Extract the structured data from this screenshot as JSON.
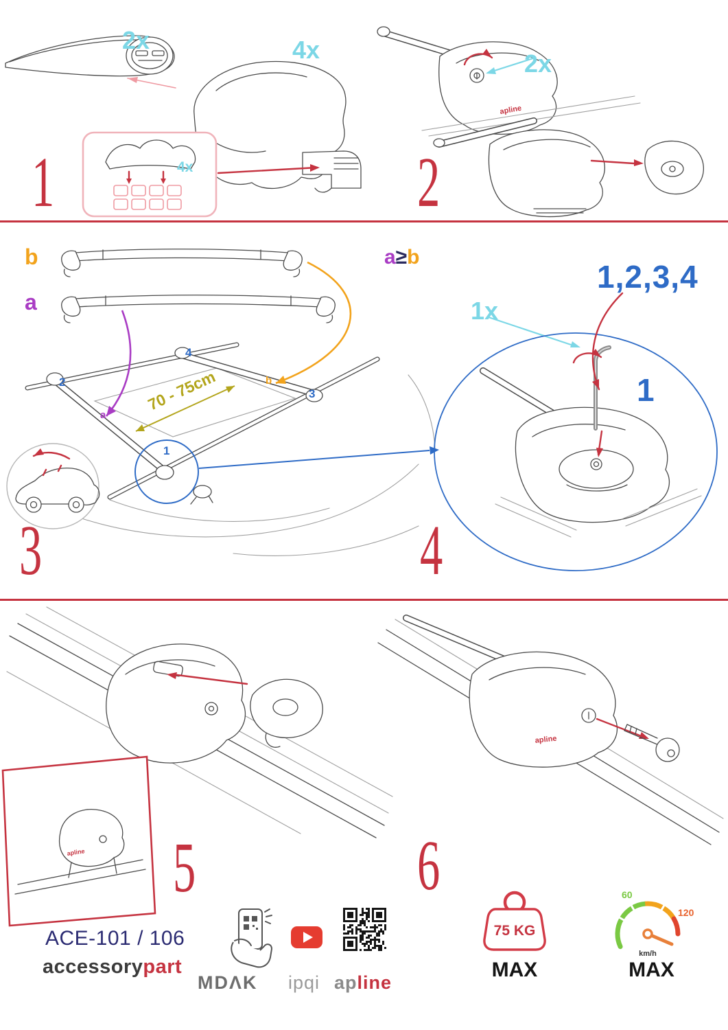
{
  "colors": {
    "accent_red": "#c53340",
    "cyan": "#7cd7e6",
    "purple": "#a93cc4",
    "orange": "#f2a31c",
    "blue": "#2e6bc6",
    "olive": "#b3a51c",
    "navy": "#2b2b72",
    "gauge_green": "#7ac943",
    "gauge_orange": "#f2a31c",
    "gauge_red": "#e0452e"
  },
  "s1": {
    "num": "1",
    "bar_qty": "2x",
    "foot_qty": "4x",
    "inset_qty": "4x"
  },
  "s2": {
    "num": "2",
    "lock_qty": "2x"
  },
  "s3": {
    "num": "3",
    "label_a": "a",
    "label_b": "b",
    "distance": "70 - 75cm",
    "roof": {
      "one": "1",
      "two": "2",
      "three": "3",
      "four": "4",
      "a": "a",
      "b": "b"
    }
  },
  "s4": {
    "num": "4",
    "cmp_a": "a",
    "cmp_op": "≥",
    "cmp_b": "b",
    "sequence": "1,2,3,4",
    "key_qty": "1x",
    "target": "1"
  },
  "s5": {
    "num": "5"
  },
  "s6": {
    "num": "6"
  },
  "brand_mark": "apline",
  "footer": {
    "model": "ACE-101 / 106",
    "brand_gray": "accessory",
    "brand_red": "part",
    "partner1": "MDΛK",
    "partner2": "ipqi",
    "partner3_gray": "ap",
    "partner3_red": "line",
    "weight": "75 KG",
    "weight_max": "MAX",
    "speed_low": "60",
    "speed_high": "120",
    "speed_unit": "km/h",
    "speed_max": "MAX"
  }
}
